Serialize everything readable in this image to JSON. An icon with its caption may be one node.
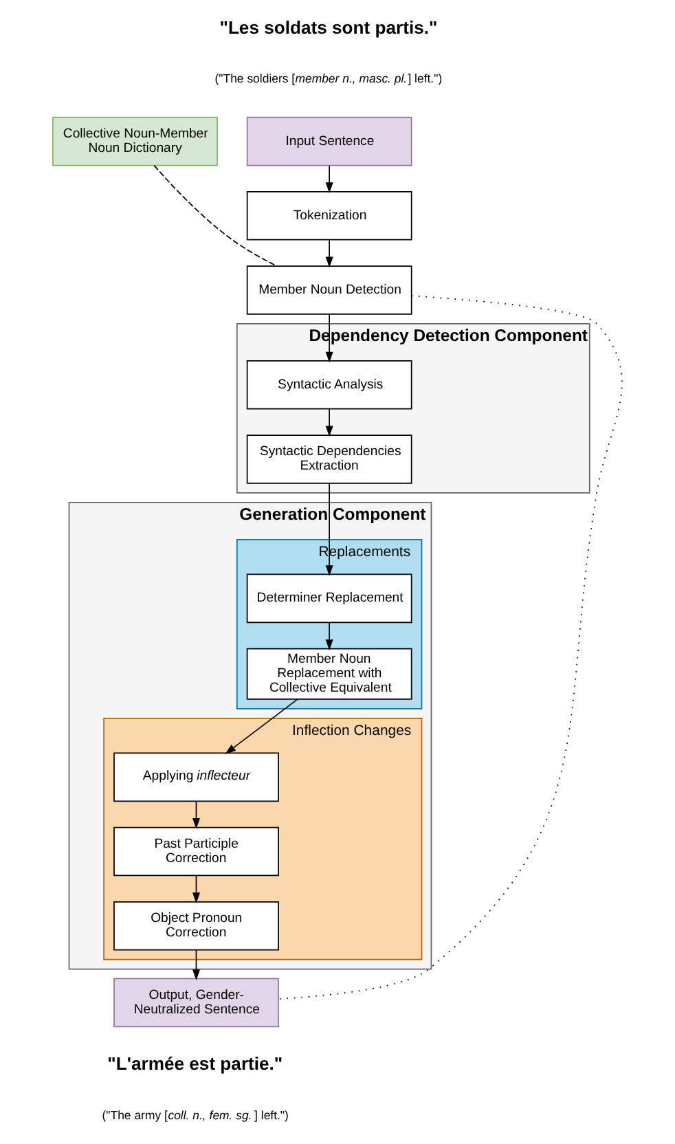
{
  "diagram": {
    "nodes": [
      {
        "text": [
          "Input Sentence"
        ]
      },
      {
        "text": [
          "Collective Noun-Member Noun Dictionary"
        ]
      },
      {
        "text": [
          "Tokenization"
        ]
      },
      {
        "text": [
          "Member Noun Detection"
        ]
      },
      {
        "text": [
          "Dependency Detection Component"
        ]
      },
      {
        "text": [
          "Syntactic Analysis"
        ],
        "in": 4
      },
      {
        "text": [
          "Syntactic Dependencies Extraction"
        ],
        "in": 4
      },
      {
        "text": [
          "Generation Component"
        ]
      },
      {
        "text": [
          "Replacements"
        ],
        "in": 7
      },
      {
        "text": [
          "Determiner Replacement"
        ],
        "in": 8
      },
      {
        "text": [
          "Member Noun Replacement with Collective Equivalent"
        ],
        "in": 8
      },
      {
        "text": [
          "Inflection Changes"
        ],
        "in": 7
      },
      {
        "text": [
          "Applying *inflecteur*"
        ],
        "in": 11
      },
      {
        "text": [
          "Past Participle Correction"
        ],
        "in": 11
      },
      {
        "text": [
          "Object Pronoun Correction"
        ],
        "in": 11
      },
      {
        "text": [
          "Output, Gender-Neutralized Sentence"
        ]
      }
    ],
    "edges": [
      {
        "from": 0,
        "to": 2,
        "arrow": "to"
      },
      {
        "from": 2,
        "to": 3,
        "arrow": "to"
      },
      {
        "from": 1,
        "to": 3,
        "arrow": "none",
        "style": "dashed"
      },
      {
        "from": 3,
        "to": 5,
        "arrow": "to"
      },
      {
        "from": 5,
        "to": 6,
        "arrow": "to"
      },
      {
        "from": 6,
        "to": 9,
        "arrow": "to"
      },
      {
        "from": 9,
        "to": 10,
        "arrow": "to"
      },
      {
        "from": 10,
        "to": 12,
        "arrow": "to"
      },
      {
        "from": 12,
        "to": 13,
        "arrow": "to"
      },
      {
        "from": 13,
        "to": 14,
        "arrow": "to"
      },
      {
        "from": 14,
        "to": 15,
        "arrow": "to"
      },
      {
        "from": 3,
        "to": 15,
        "arrow": "none",
        "style": "dashed"
      }
    ],
    "labels": [
      "\"Les soldats sont partis.\"",
      "(\"The soldiers [*member n., masc. pl.*] left.\")",
      "\"L'armée est partie.\"",
      "(\"The army [*coll. n., fem. sg.*] left.\")"
    ]
  }
}
